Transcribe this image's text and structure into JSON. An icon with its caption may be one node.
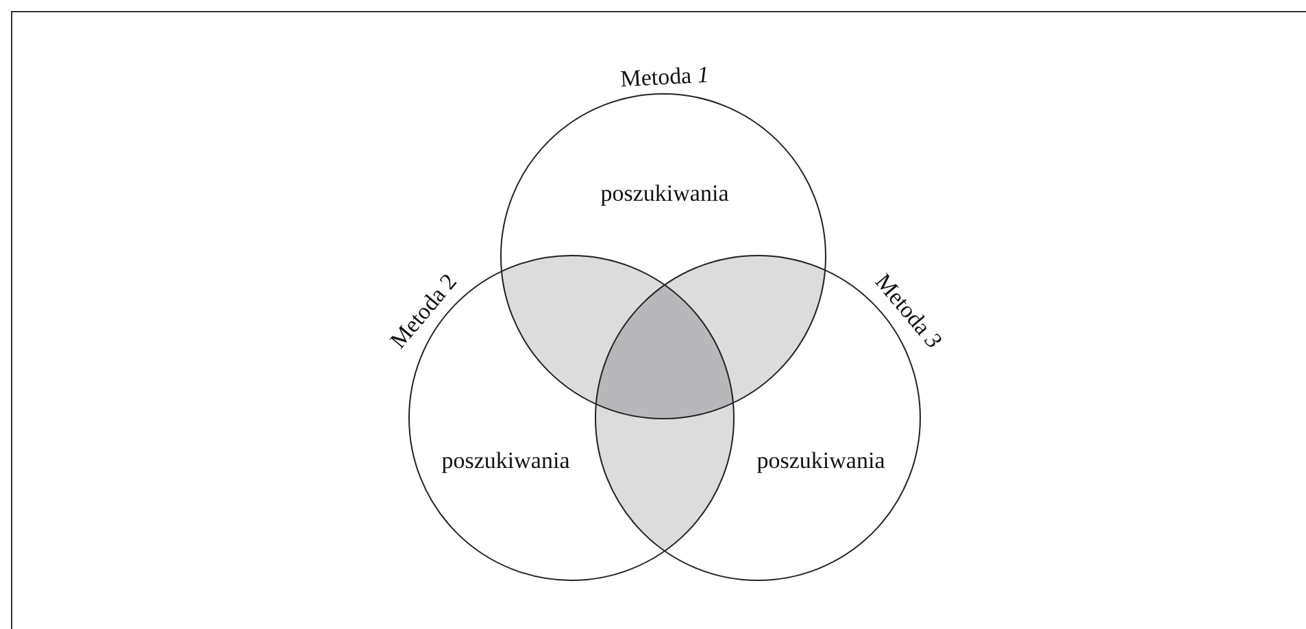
{
  "diagram": {
    "nodes": [
      {
        "text": [
          "Metoda *1*",
          "poszukiwania"
        ]
      },
      {
        "text": [
          "Metoda 2",
          "poszukiwania"
        ]
      },
      {
        "text": [
          "Metoda *3*",
          "poszukiwania"
        ]
      }
    ]
  }
}
